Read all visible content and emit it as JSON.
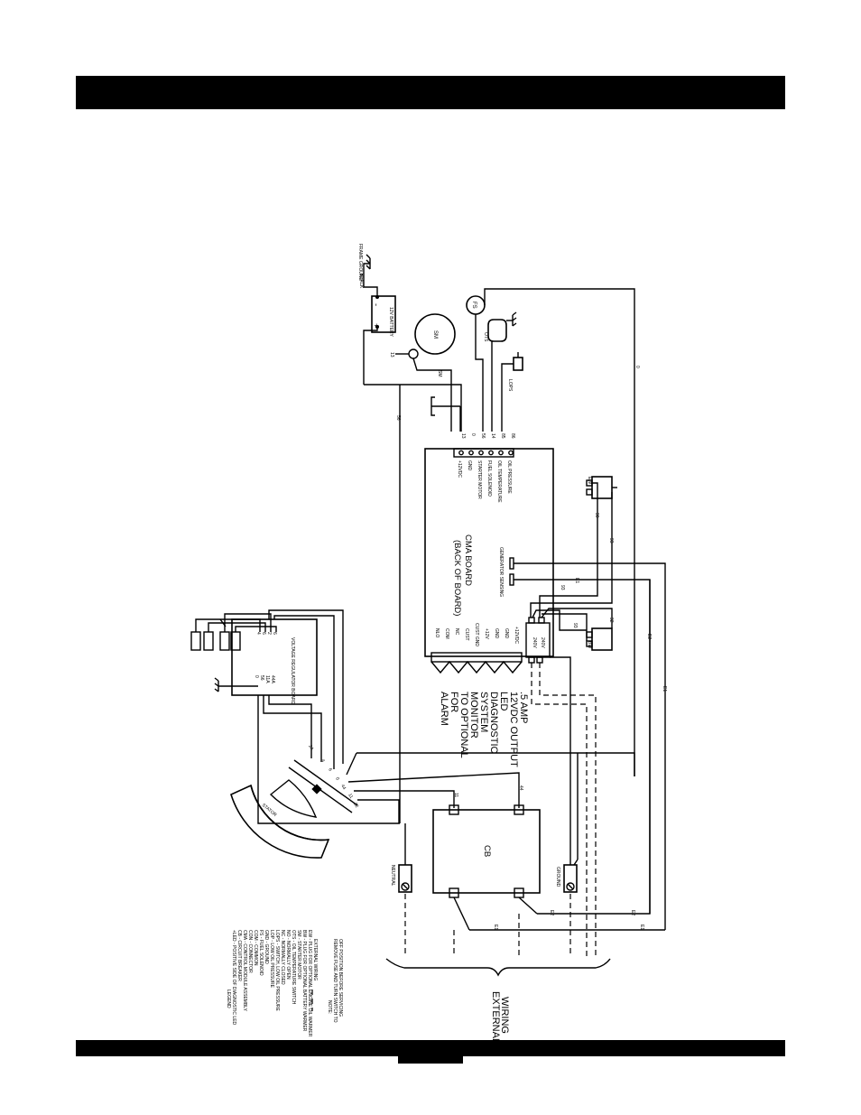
{
  "page": {
    "header_text": "",
    "footer_text": ""
  },
  "diagram": {
    "cma_board": "CMA BOARD",
    "cma_board_sub": "(BACK OF BOARD)",
    "board_terminals": [
      "+12VDC",
      "GND",
      "STARTER MOTOR",
      "FUEL SOLENOID",
      "OIL TEMPERATURE",
      "OIL PRESSURE"
    ],
    "board_bottom_terminals": [
      "NLO",
      "COM",
      "NC",
      "CUST",
      "CUST GND",
      "+12V",
      "GND",
      "GND",
      "+12VDC"
    ],
    "output_labels": [
      "240V",
      "240V"
    ],
    "wire_numbers_top": [
      "13",
      "0",
      "56",
      "14",
      "85",
      "86"
    ],
    "battery": "12V BATTERY",
    "battery_plus": "+",
    "battery_minus": "-",
    "black": "BLACK",
    "frame_ground": "FRAME GROUND",
    "starter": "SM",
    "starter_wire": "SM",
    "fuel_solenoid": "FS",
    "oil_temp": "OTS",
    "oil_pressure": "LOPS",
    "wire_13": "13",
    "wire_56": "56",
    "wire_0": "0",
    "voltage_regulator": "VOLTAGE REGULATOR BOARD",
    "reg_terminals": [
      "0",
      "56",
      "11A",
      "44A",
      "4",
      "6",
      "2",
      "6"
    ],
    "stator": "STATOR",
    "stator_wires": [
      "2A",
      "4",
      "6",
      "0",
      "11",
      "44",
      "22"
    ],
    "gen_sensing": "GENERATOR SENSING",
    "ew": "EW",
    "bw": "BW",
    "wire_90": "90",
    "wire_93": "93",
    "wire_92": "92",
    "wire_e1": "E1",
    "wire_e2": "E2",
    "cb": "CB",
    "cb_wires": [
      "11",
      "44",
      "E1",
      "E2"
    ],
    "neutral": "NEUTRAL",
    "ground": "GROUND",
    "alarm_label": [
      "FOR",
      "ALARM"
    ],
    "optional_label": [
      "TO OPTIONAL",
      "MONITOR",
      "SYSTEM"
    ],
    "diag_label": [
      "DIAGNOSTIC",
      "LED"
    ],
    "output_label": [
      "12VDC OUTPUT",
      ".5 AMP"
    ],
    "external_wiring": [
      "EXTERNAL",
      "WIRING"
    ],
    "legend_title": "LEGEND",
    "legend": [
      "+LED - POSITIVE SIDE OF DIAGNOSTIC LED",
      "CB - CIRCUIT BREAKER",
      "CMA - CONTROL MODULE ASSEMBLY",
      "CON - CONNECTOR",
      "COM - COMMON",
      "FS - FUEL SOLENOID",
      "GND - GROUND",
      "LOP - LOW OIL PRESSURE",
      "LOPS - SWITCH, LOW OIL PRESSURE",
      "NC - NORMALLY CLOSED",
      "NO - NORMALLY OPEN",
      "OTS - OIL TEMPERATURE SWITCH",
      "SM - STARTER MOTOR",
      "BW - PLUG FOR OPTIONAL BATTERY WARMER",
      "EW - PLUG FOR OPTIONAL ENGINE OIL WARMER"
    ],
    "legend_dash_label": "EXTERNAL WIRING",
    "note": [
      "NOTE:",
      "REMOVE FUSE AND TURN SWITCH TO",
      "OFF POSITION BEFORE SERVICING"
    ]
  }
}
